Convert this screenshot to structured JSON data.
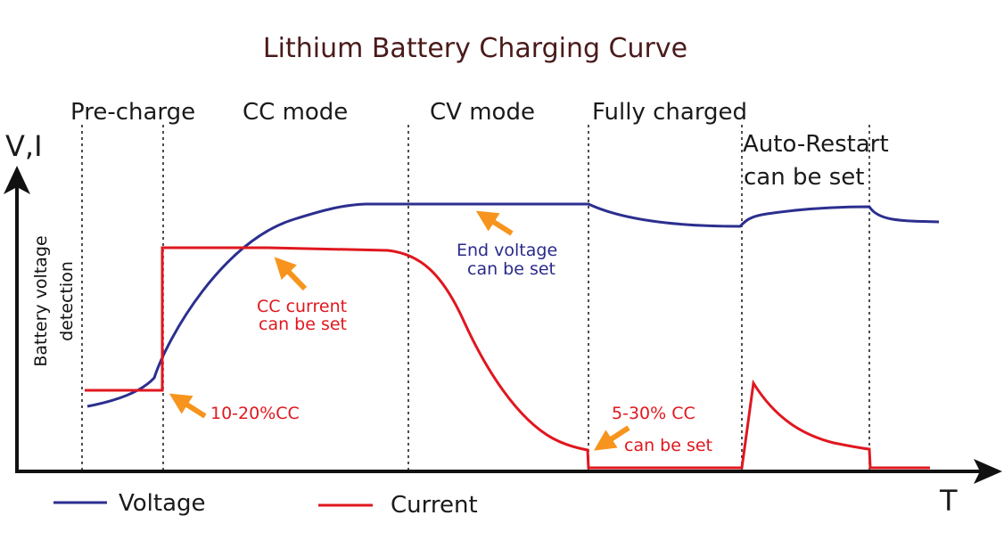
{
  "title": "Lithium Battery Charging Curve",
  "phases": [
    "Pre-charge",
    "CC mode",
    "CV mode",
    "Fully charged",
    "Auto-Restart",
    "can be set"
  ],
  "axes": {
    "y": "V,I",
    "x": "T",
    "y_caption_line1": "Battery voltage",
    "y_caption_line2": "detection"
  },
  "annotations": {
    "precharge": "10-20%CC",
    "cc_line1": "CC current",
    "cc_line2": "can be set",
    "end_line1": "End voltage",
    "end_line2": "can be set",
    "term_line1": "5-30% CC",
    "term_line2": "can be set"
  },
  "legend": {
    "voltage": "Voltage",
    "current": "Current"
  },
  "colors": {
    "voltage": "#2b2f8f",
    "current": "#e0171e",
    "arrow": "#f7941d",
    "title": "#4a1a1a"
  }
}
